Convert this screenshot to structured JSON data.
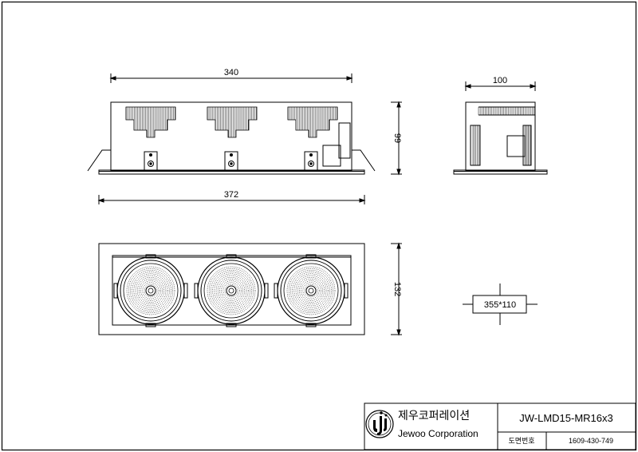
{
  "drawing": {
    "front_view": {
      "width_top": "340",
      "width_bottom": "372",
      "height": "99"
    },
    "side_view": {
      "width": "100"
    },
    "top_view": {
      "height": "132"
    },
    "cutout": {
      "label": "355*110"
    }
  },
  "title_block": {
    "company_kr": "제우코퍼레이션",
    "company_en": "Jewoo Corporation",
    "model": "JW-LMD15-MR16x3",
    "drawing_no_label": "도면번호",
    "drawing_no": "1609-430-749"
  },
  "colors": {
    "line": "#000000",
    "paper": "#ffffff",
    "shade": "#555555"
  }
}
